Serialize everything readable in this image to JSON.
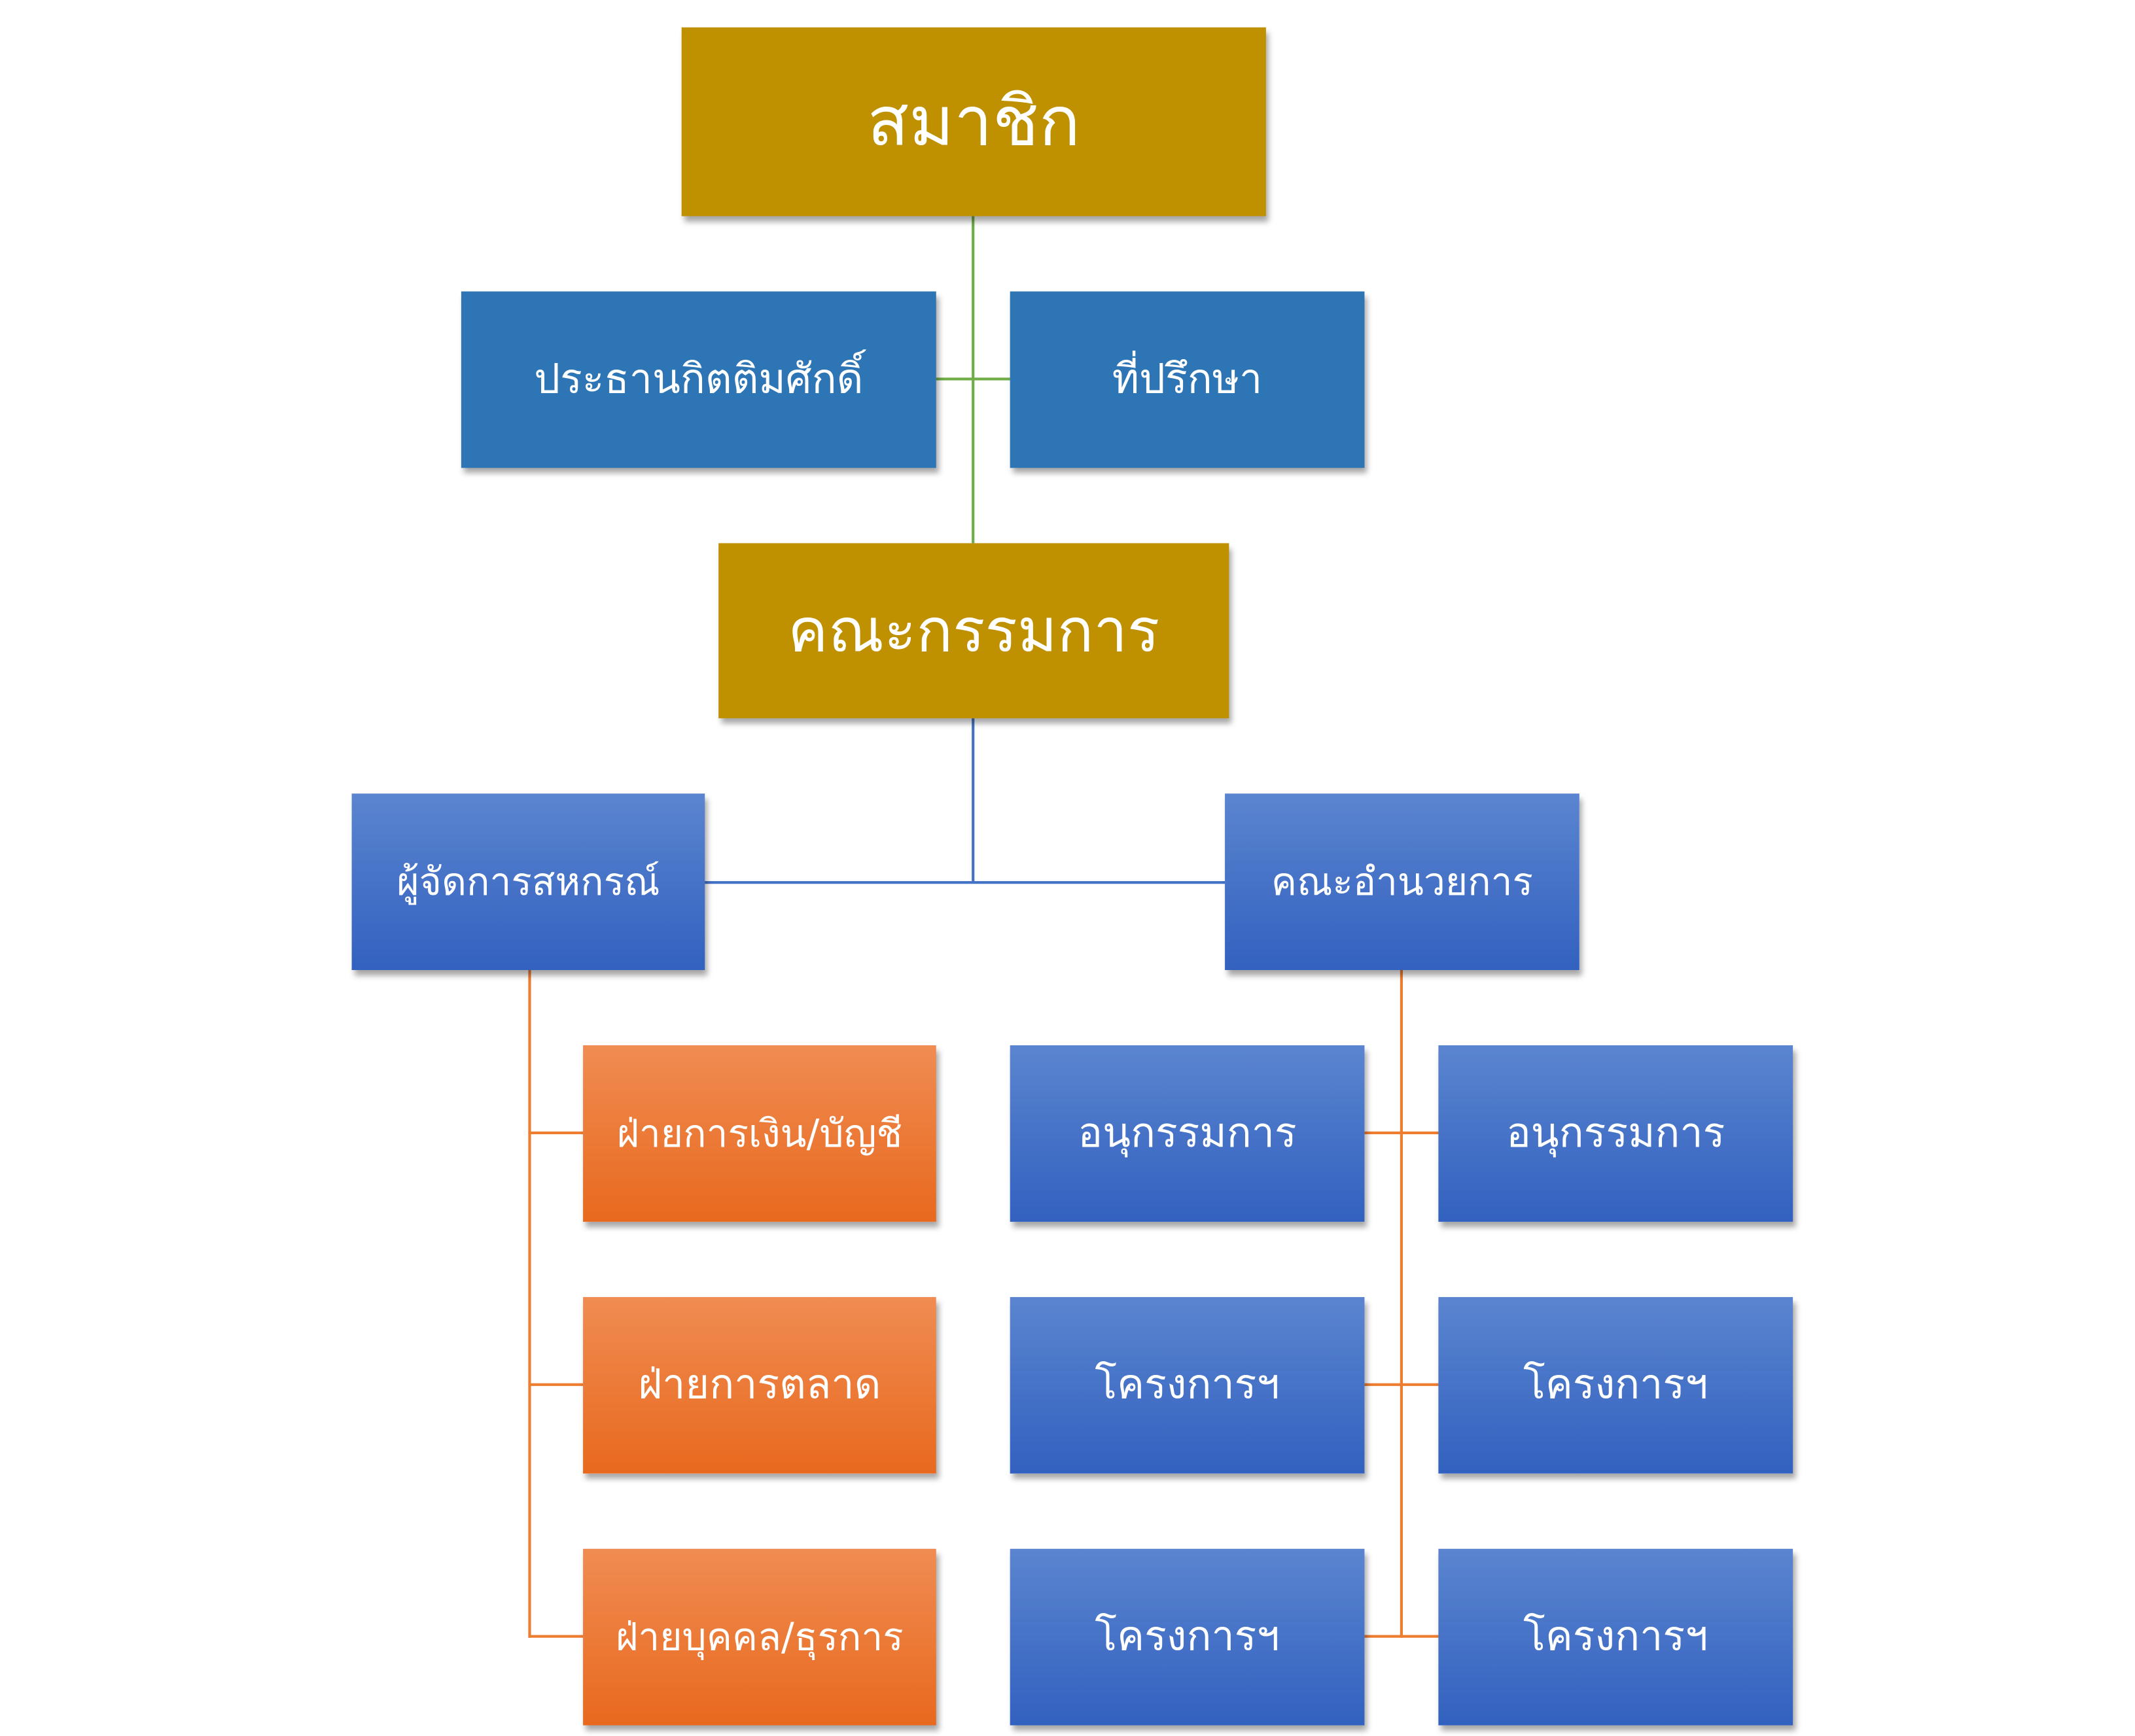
{
  "members": "สมาชิก",
  "honorary_chair": "ประธานกิตติมศักดิ์",
  "advisor": "ที่ปรึกษา",
  "board": "คณะกรรมการ",
  "manager": "ผู้จัดการสหกรณ์",
  "executive_committee": "คณะอำนวยการ",
  "departments": [
    "ฝ่ายการเงิน/บัญชี",
    "ฝ่ายการตลาด",
    "ฝ่ายบุคคล/ธุรการ"
  ],
  "left_units": [
    "อนุกรรมการ",
    "โครงการฯ",
    "โครงการฯ"
  ],
  "right_units": [
    "อนุกรรมการ",
    "โครงการฯ",
    "โครงการฯ"
  ],
  "colors": {
    "gold": "#BF9000",
    "blue": "#2E75B6",
    "orange": "#ED7D31",
    "green_line": "#70AD47"
  }
}
